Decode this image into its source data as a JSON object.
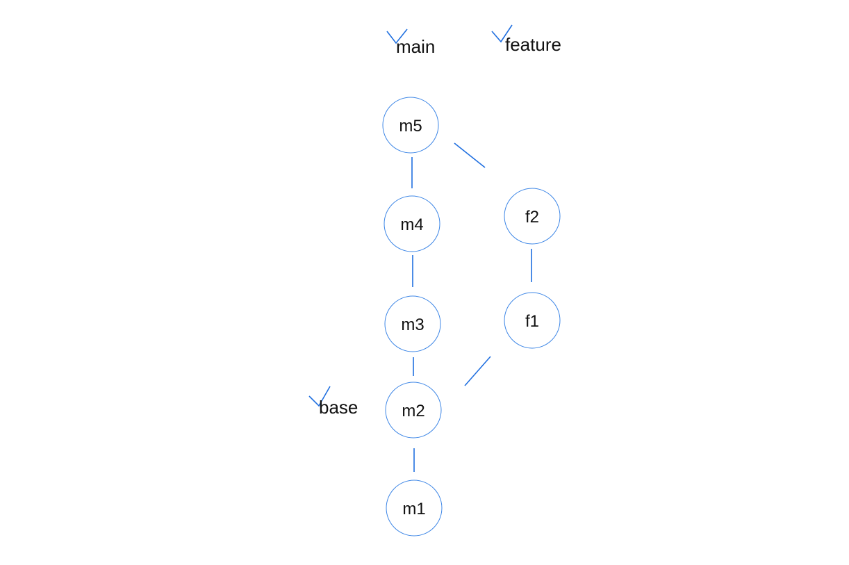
{
  "diagram": {
    "nodes": [
      {
        "id": "m5",
        "label": "m5"
      },
      {
        "id": "m4",
        "label": "m4"
      },
      {
        "id": "m3",
        "label": "m3"
      },
      {
        "id": "m2",
        "label": "m2"
      },
      {
        "id": "m1",
        "label": "m1"
      },
      {
        "id": "f2",
        "label": "f2"
      },
      {
        "id": "f1",
        "label": "f1"
      }
    ],
    "edges": [
      {
        "from": "m5",
        "to": "m4"
      },
      {
        "from": "m4",
        "to": "m3"
      },
      {
        "from": "m3",
        "to": "m2"
      },
      {
        "from": "m2",
        "to": "m1"
      },
      {
        "from": "m5",
        "to": "f2"
      },
      {
        "from": "f2",
        "to": "f1"
      },
      {
        "from": "f1",
        "to": "m2"
      }
    ],
    "refs": [
      {
        "id": "main",
        "label": "main",
        "target": "m5"
      },
      {
        "id": "feature",
        "label": "feature",
        "target": "f2"
      },
      {
        "id": "base",
        "label": "base",
        "target": "m2"
      }
    ],
    "colors": {
      "edge": "#1f6fe0",
      "node_border": "#3d86e6",
      "text": "#111111"
    }
  }
}
